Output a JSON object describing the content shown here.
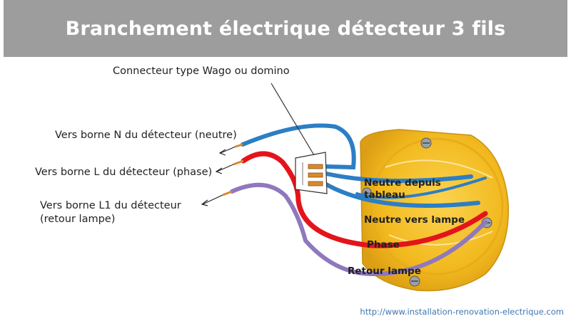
{
  "title": "Branchement électrique détecteur 3 fils",
  "labels": {
    "connector": "Connecteur type Wago ou domino",
    "neutre": "Vers borne N du détecteur (neutre)",
    "phase": "Vers borne L du détecteur (phase)",
    "retour_line1": "Vers borne L1 du détecteur",
    "retour_line2": "(retour lampe)"
  },
  "box_labels": {
    "neutre_tableau_line1": "Neutre depuis",
    "neutre_tableau_line2": "tableau",
    "neutre_lampe": "Neutre vers lampe",
    "phase": "Phase",
    "retour": "Retour lampe"
  },
  "url": "http://www.installation-renovation-electrique.com",
  "colors": {
    "blue_wire": "#2c7ec5",
    "red_wire": "#e4141b",
    "purple_wire": "#8f78bd",
    "box_yellow": "#f6c12c",
    "title_bg": "#9d9d9d",
    "copper": "#d9892f"
  }
}
